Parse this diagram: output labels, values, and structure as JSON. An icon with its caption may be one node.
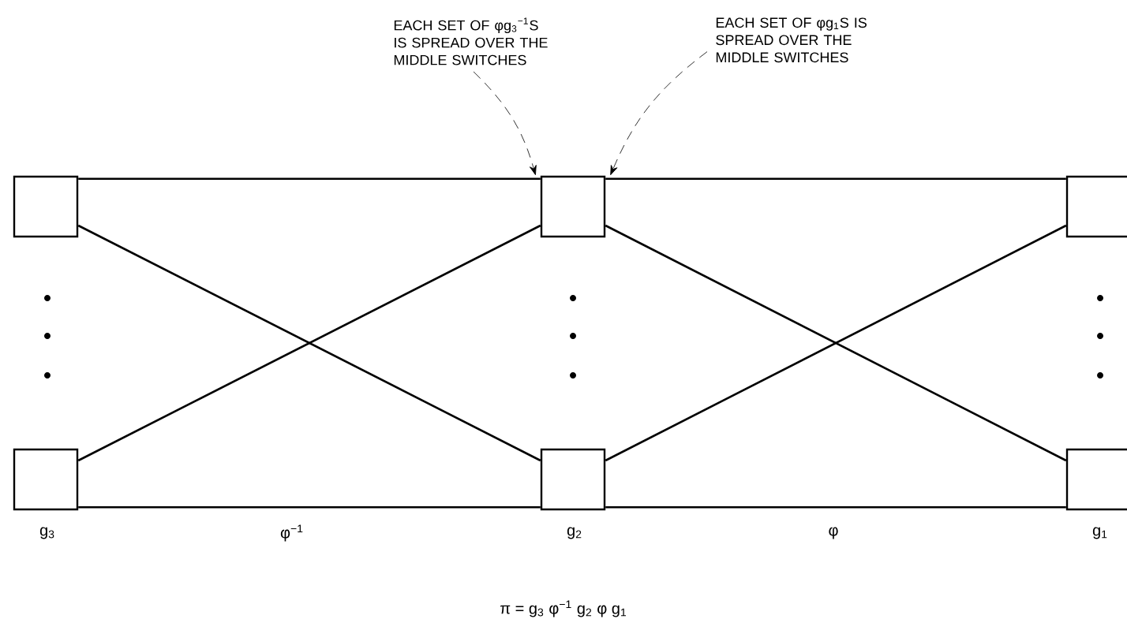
{
  "diagram": {
    "nodes": [
      {
        "text": [],
        "shape": "box"
      },
      {
        "text": [],
        "shape": "box",
        "beside": [
          "g$_{3}$"
        ]
      },
      {
        "text": [],
        "shape": "box"
      },
      {
        "text": [],
        "shape": "box",
        "beside": [
          "g$_{2}$"
        ]
      },
      {
        "text": [],
        "shape": "box"
      },
      {
        "text": [],
        "shape": "box",
        "beside": [
          "g$_{1}$"
        ]
      },
      {
        "text": [
          "EACH SET OF φg$_{3}$$^{−1}$S IS SPREAD OVER THE MIDDLE SWITCHES"
        ]
      },
      {
        "text": [
          "EACH SET OF φg$_{1}$S IS SPREAD OVER THE MIDDLE SWITCHES"
        ]
      }
    ],
    "edges": [
      {
        "from": 0,
        "to": 2,
        "arrow": "none"
      },
      {
        "from": 0,
        "to": 3,
        "arrow": "none"
      },
      {
        "from": 1,
        "to": 2,
        "arrow": "none"
      },
      {
        "from": 1,
        "to": 3,
        "arrow": "none"
      },
      {
        "from": 2,
        "to": 4,
        "arrow": "none"
      },
      {
        "from": 2,
        "to": 5,
        "arrow": "none"
      },
      {
        "from": 3,
        "to": 4,
        "arrow": "none"
      },
      {
        "from": 3,
        "to": 5,
        "arrow": "none"
      },
      {
        "from": 6,
        "to": 2,
        "arrow": "to",
        "style": "dashed"
      },
      {
        "from": 7,
        "to": 2,
        "arrow": "to",
        "style": "dashed"
      }
    ],
    "labels": [
      "φ$^{−1}$",
      "φ",
      "π = g$_{3}$ φ$^{−1}$ g$_{2}$ φ g$_{1}$"
    ]
  }
}
